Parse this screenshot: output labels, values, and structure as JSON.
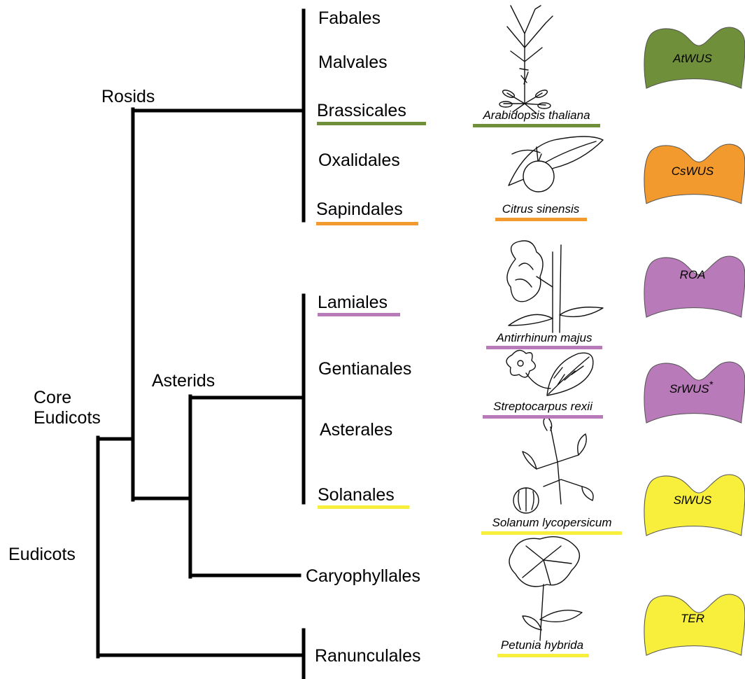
{
  "clades": {
    "rosids": "Rosids",
    "asterids": "Asterids",
    "core_eudicots_line1": "Core",
    "core_eudicots_line2": "Eudicots",
    "eudicots": "Eudicots"
  },
  "orders": [
    {
      "key": "fabales",
      "label": "Fabales"
    },
    {
      "key": "malvales",
      "label": "Malvales"
    },
    {
      "key": "brassicales",
      "label": "Brassicales",
      "underline_color": "#6f8f3a"
    },
    {
      "key": "oxalidales",
      "label": "Oxalidales"
    },
    {
      "key": "sapindales",
      "label": "Sapindales",
      "underline_color": "#f39a2e"
    },
    {
      "key": "lamiales",
      "label": "Lamiales",
      "underline_color": "#b97ab9"
    },
    {
      "key": "gentianales",
      "label": "Gentianales"
    },
    {
      "key": "asterales",
      "label": "Asterales"
    },
    {
      "key": "solanales",
      "label": "Solanales",
      "underline_color": "#f7ef3c"
    },
    {
      "key": "caryophyllales",
      "label": "Caryophyllales"
    },
    {
      "key": "ranunculales",
      "label": "Ranunculales"
    }
  ],
  "species": [
    {
      "key": "arabidopsis",
      "label": "Arabidopsis thaliana",
      "color": "#6f8f3a",
      "icon": "arabidopsis-sketch-icon"
    },
    {
      "key": "citrus",
      "label": "Citrus sinensis",
      "color": "#f39a2e",
      "icon": "citrus-fruit-sketch-icon"
    },
    {
      "key": "antirrhinum",
      "label": "Antirrhinum majus",
      "color": "#b97ab9",
      "icon": "snapdragon-flower-sketch-icon"
    },
    {
      "key": "streptocarpus",
      "label": "Streptocarpus rexii",
      "color": "#b97ab9",
      "icon": "streptocarpus-sketch-icon"
    },
    {
      "key": "solanum",
      "label": "Solanum lycopersicum",
      "color": "#f7ef3c",
      "icon": "tomato-plant-sketch-icon"
    },
    {
      "key": "petunia",
      "label": "Petunia hybrida",
      "color": "#f7ef3c",
      "icon": "petunia-flower-sketch-icon"
    }
  ],
  "genes": [
    {
      "key": "atwus",
      "label": "AtWUS",
      "color": "#6f8f3a"
    },
    {
      "key": "cswus",
      "label": "CsWUS",
      "color": "#f39a2e"
    },
    {
      "key": "roa",
      "label": "ROA",
      "color": "#b97ab9"
    },
    {
      "key": "srwus",
      "label": "SrWUS",
      "superscript": "*",
      "color": "#b97ab9"
    },
    {
      "key": "slwus",
      "label": "SlWUS",
      "color": "#f7ef3c"
    },
    {
      "key": "ter",
      "label": "TER",
      "color": "#f7ef3c"
    }
  ]
}
